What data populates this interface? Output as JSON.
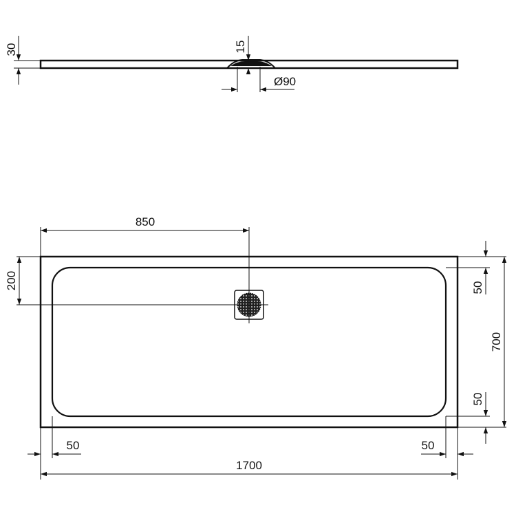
{
  "drawing": {
    "subject": "Rectangular shower tray technical drawing",
    "line_color": "#111111",
    "background": "#ffffff"
  },
  "side_view": {
    "thickness_label": "30",
    "drain_depth_label": "15",
    "drain_diameter_label": "Ø90"
  },
  "top_view": {
    "drain_offset_x_label": "850",
    "drain_offset_y_label": "200",
    "rim_top_label": "50",
    "rim_bottom_label": "50",
    "width_label": "700",
    "rim_left_label": "50",
    "rim_right_label": "50",
    "length_label": "1700"
  }
}
